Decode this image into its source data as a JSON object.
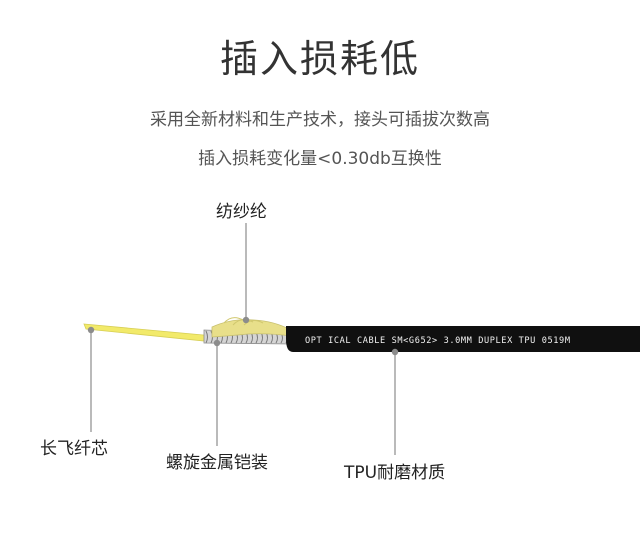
{
  "title": "插入损耗低",
  "subtitle_lines": [
    "采用全新材料和生产技术，接头可插拔次数高",
    "插入损耗变化量<0.30db互换性"
  ],
  "cable_print": "OPT ICAL CABLE SM<G652> 3.0MM DUPLEX TPU 0519M",
  "labels": {
    "aramid": "纺纱纶",
    "fiber": "长飞纤芯",
    "armor": "螺旋金属铠装",
    "tpu": "TPU耐磨材质"
  },
  "colors": {
    "jacket": "#101010",
    "fiber": "#f2ea6a",
    "aramid": "#e8df8a",
    "armor": "#a9a9a9",
    "leader": "#8c8c8c"
  }
}
